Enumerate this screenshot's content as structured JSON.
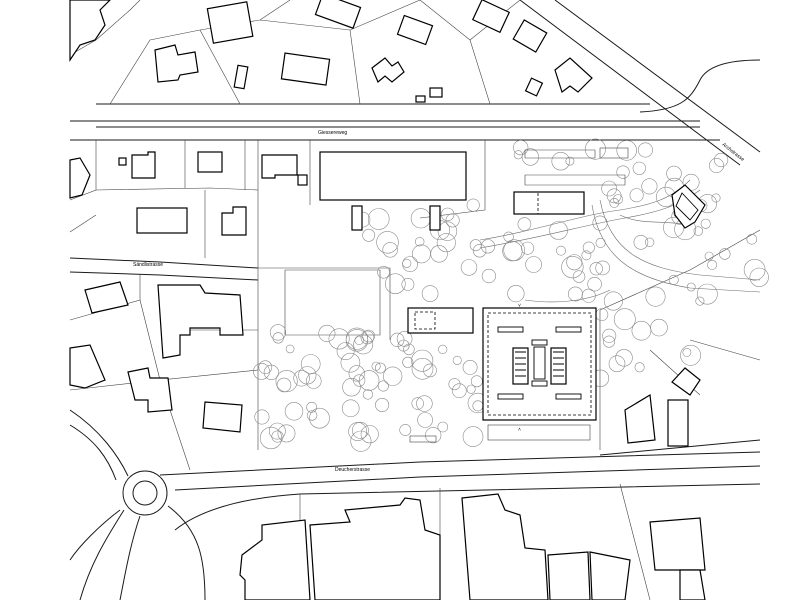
{
  "map": {
    "labels": {
      "street_top": "Giessereweg",
      "street_mid": "Sändlistrasse",
      "street_bottom": "Deucherstrasse",
      "street_right": "Archstrasse"
    },
    "markers": {
      "north_arrow_top": "˅",
      "north_arrow_bottom": "˄"
    }
  }
}
